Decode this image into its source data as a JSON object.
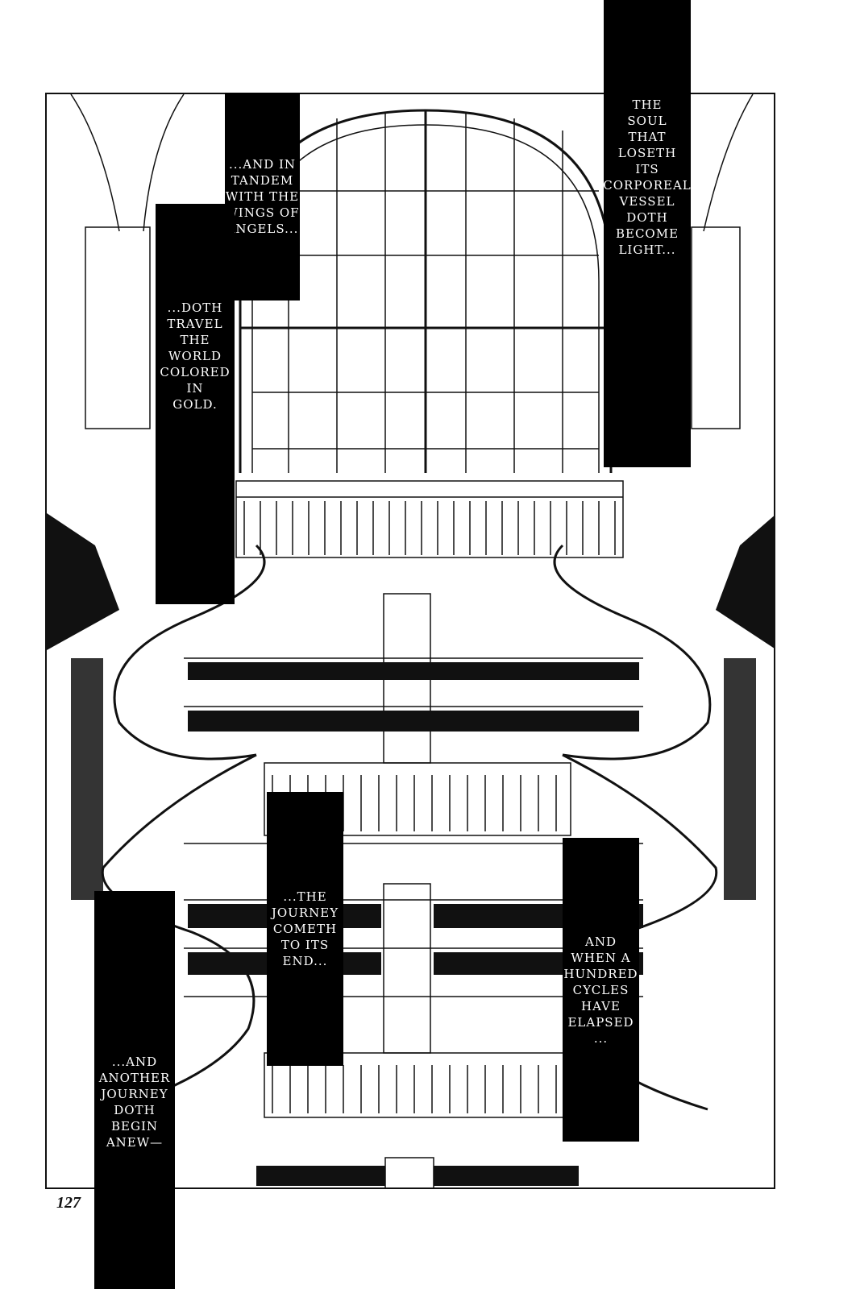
{
  "page": {
    "number": "127"
  },
  "captions": [
    {
      "id": "cap-soul",
      "text": "THE\nSOUL\nTHAT\nLOSETH\nITS CORPOREAL\nVESSEL\nDOTH\nBECOME\nLIGHT..."
    },
    {
      "id": "cap-tandem",
      "text": "...AND IN\nTANDEM\nWITH THE\nWINGS OF\nANGELS..."
    },
    {
      "id": "cap-travel",
      "text": "...DOTH\nTRAVEL\nTHE\nWORLD\nCOLORED\nIN\nGOLD."
    },
    {
      "id": "cap-journey",
      "text": "...THE\nJOURNEY\nCOMETH\nTO ITS\nEND..."
    },
    {
      "id": "cap-cycles",
      "text": "AND\nWHEN A\nHUNDRED\nCYCLES\nHAVE\nELAPSED\n..."
    },
    {
      "id": "cap-another",
      "text": "...AND\nANOTHER\nJOURNEY\nDOTH\nBEGIN\nANEW—"
    }
  ],
  "colors": {
    "ink": "#000000",
    "paper": "#ffffff"
  }
}
